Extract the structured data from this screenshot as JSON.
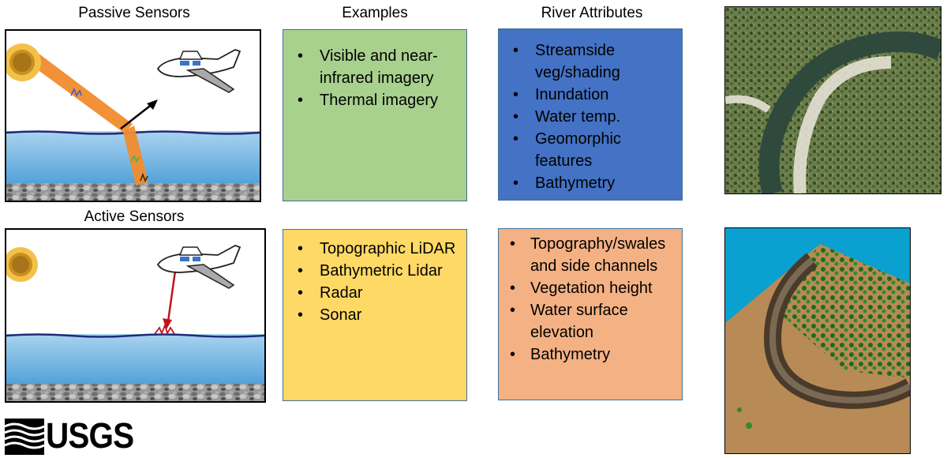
{
  "headings": {
    "passive": "Passive Sensors",
    "examples": "Examples",
    "attributes": "River Attributes",
    "active": "Active Sensors"
  },
  "passive_examples": [
    "Visible and near-infrared imagery",
    "Thermal imagery"
  ],
  "passive_attributes": [
    "Streamside veg/shading",
    "Inundation",
    "Water temp.",
    "Geomorphic features",
    "Bathymetry"
  ],
  "active_examples": [
    "Topographic LiDAR",
    "Bathymetric Lidar",
    "Radar",
    "Sonar"
  ],
  "active_attributes": [
    "Topography/swales and side channels",
    "Vegetation height",
    "Water surface elevation",
    "Bathymetry"
  ],
  "logo": {
    "text": "USGS"
  },
  "colors": {
    "green_box": "#a9d18e",
    "blue_box": "#4472c4",
    "yellow_box": "#ffd966",
    "orange_box": "#f4b183",
    "water": "#6fb3e0",
    "sun": "#d4a017",
    "beam": "#f08c2e"
  },
  "icons": {
    "sun": "sun-icon",
    "airplane": "airplane-icon",
    "reflect_arrow": "arrow-icon",
    "laser_arrow": "arrow-icon"
  }
}
